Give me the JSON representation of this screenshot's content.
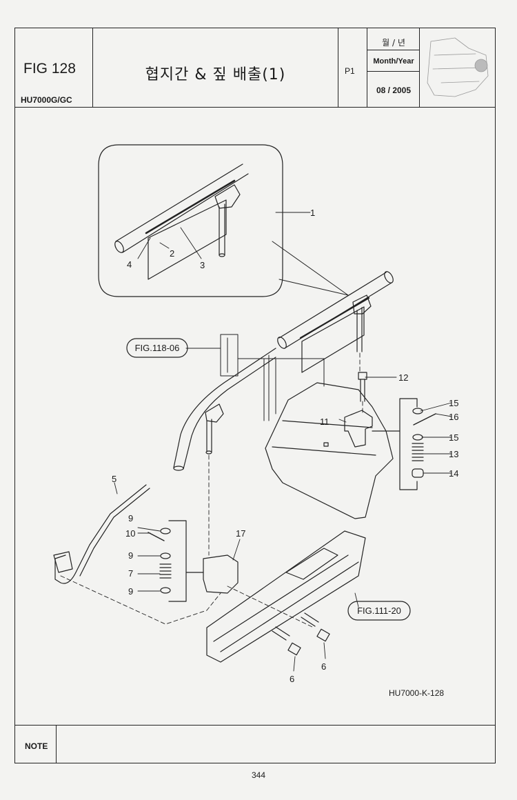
{
  "header": {
    "fig_label": "FIG 128",
    "model": "HU7000G/GC",
    "title": "협지간 & 짚 배출(1)",
    "page_id": "P1",
    "month_year_ko": "월 / 년",
    "month_year_en": "Month/Year",
    "date": "08 / 2005",
    "thumbnail_icon": "machine-thumbnail-icon"
  },
  "diagram": {
    "callouts": [
      "1",
      "2",
      "3",
      "4",
      "5",
      "6",
      "6",
      "7",
      "9",
      "9",
      "9",
      "10",
      "11",
      "12",
      "13",
      "14",
      "15",
      "15",
      "16",
      "17"
    ],
    "references": [
      "FIG.118-06",
      "FIG.111-20"
    ],
    "drawing_code": "HU7000-K-128"
  },
  "footer": {
    "note_label": "NOTE",
    "page_number": "344"
  }
}
